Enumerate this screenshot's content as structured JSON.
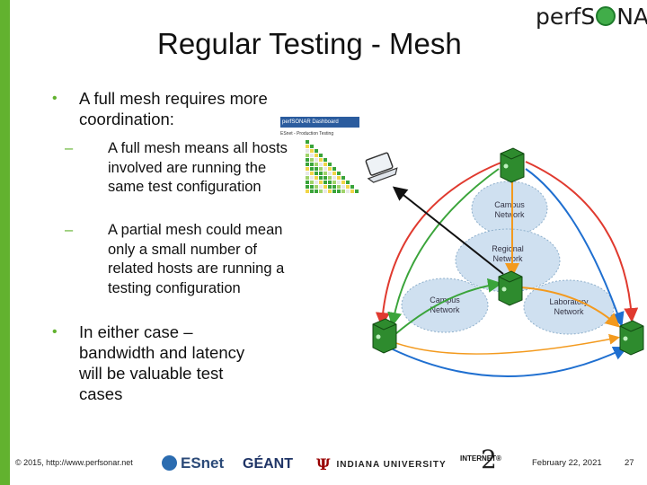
{
  "slide": {
    "title": "Regular Testing - Mesh",
    "bullets": [
      {
        "text": "A full mesh requires more coordination:"
      },
      {
        "text": "In either case – bandwidth and latency will be valuable test cases"
      }
    ],
    "sub_bullets": [
      {
        "text": "A full mesh means all hosts involved are running the same test configuration"
      },
      {
        "text": "A partial mesh could mean only a small number of related hosts are running a testing configuration"
      }
    ],
    "bullet_glyph": "•",
    "dash_glyph": "–"
  },
  "logo": {
    "prefix": "perfS",
    "suffix": "NAR"
  },
  "dashboard_thumbnail": {
    "header": "perfSONAR Dashboard",
    "subtitle": "ESnet - Production Testing"
  },
  "diagram": {
    "clouds": [
      {
        "label": "Campus Network"
      },
      {
        "label": "Regional Network"
      },
      {
        "label": "Campus Network"
      },
      {
        "label": "Laboratory Network"
      }
    ]
  },
  "footer": {
    "copyright": "© 2015, http://www.perfsonar.net",
    "logos": {
      "esnet": "ESnet",
      "geant": "GÉANT",
      "iu": "INDIANA UNIVERSITY",
      "internet2": "INTERNET®"
    },
    "date": "February 22, 2021",
    "page": "27"
  },
  "colors": {
    "accent_green": "#62b22f",
    "arrow_red": "#e03a2f",
    "arrow_blue": "#1f6fd0",
    "arrow_green": "#3aa43a",
    "arrow_orange": "#f39a1e",
    "cloud_fill": "#cfe0f0",
    "server_green": "#2e8b2e"
  }
}
